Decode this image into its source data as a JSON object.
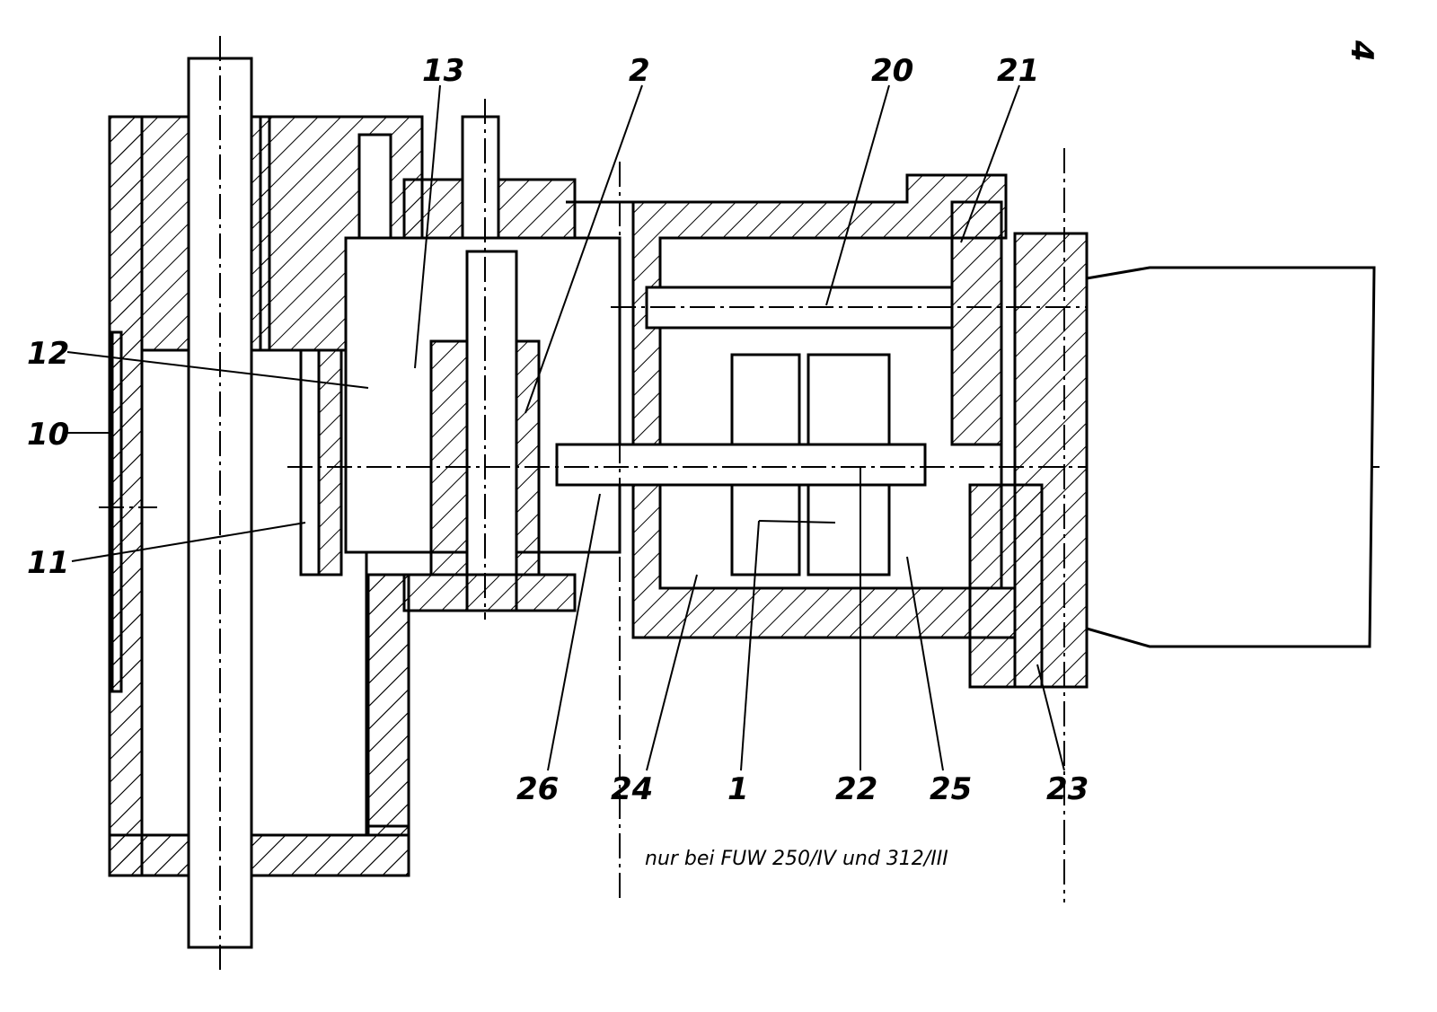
{
  "drawing": {
    "type": "mechanical cross-section",
    "page_mark": "4",
    "labels": [
      {
        "id": "13",
        "text": "13"
      },
      {
        "id": "2",
        "text": "2"
      },
      {
        "id": "20",
        "text": "20"
      },
      {
        "id": "21",
        "text": "21"
      },
      {
        "id": "12",
        "text": "12"
      },
      {
        "id": "10",
        "text": "10"
      },
      {
        "id": "11",
        "text": "11"
      },
      {
        "id": "26",
        "text": "26"
      },
      {
        "id": "24",
        "text": "24"
      },
      {
        "id": "1",
        "text": "1"
      },
      {
        "id": "22",
        "text": "22"
      },
      {
        "id": "25",
        "text": "25"
      },
      {
        "id": "23",
        "text": "23"
      }
    ],
    "note": "nur bei FUW 250/IV und 312/III"
  }
}
